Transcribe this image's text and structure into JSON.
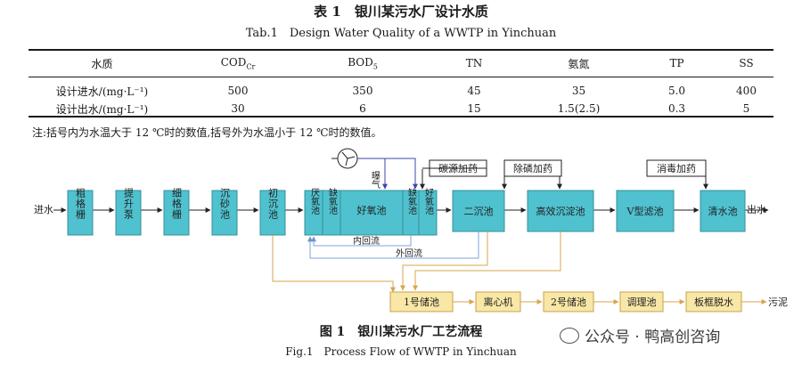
{
  "table": {
    "title": "表 1　银川某污水厂设计水质",
    "subtitle": "Tab.1　Design Water Quality of a WWTP in Yinchuan",
    "columns": [
      "水质",
      "COD",
      "BOD",
      "TN",
      "氨氮",
      "TP",
      "SS"
    ],
    "subscripts": [
      "",
      "Cr",
      "5",
      "",
      "",
      "",
      ""
    ],
    "rows": [
      {
        "label": "设计进水/(mg·L⁻¹)",
        "values": [
          "500",
          "350",
          "45",
          "35",
          "5.0",
          "400"
        ]
      },
      {
        "label": "设计出水/(mg·L⁻¹)",
        "values": [
          "30",
          "6",
          "15",
          "1.5(2.5)",
          "0.3",
          "5"
        ]
      }
    ],
    "note": "注:括号内为水温大于 12 ℃时的数值,括号外为水温小于 12 ℃时的数值。"
  },
  "flow": {
    "inlet": "进水",
    "outlet": "出水",
    "sludge_out": "污泥",
    "blower_label": "曝气",
    "units": {
      "coarse_screen": "粗格栅",
      "lift_pump": "提升泵",
      "fine_screen": "细格栅",
      "grit_chamber": "沉砂池",
      "primary_clarifier": "初沉池",
      "anaerobic": "厌氧池",
      "anoxic1": "缺氧池",
      "aerobic1": "好氧池",
      "anoxic2": "缺氧池",
      "aerobic2": "好氧池",
      "secondary_clarifier": "二沉池",
      "high_eff_clarifier": "高效沉淀池",
      "v_filter": "V型滤池",
      "clear_well": "清水池",
      "tank1": "1号储池",
      "centrifuge": "离心机",
      "tank2": "2号储池",
      "conditioning": "调理池",
      "filter_press": "板框脱水"
    },
    "chemicals": {
      "carbon": "碳源加药",
      "phosphorus": "除磷加药",
      "disinfection": "消毒加药"
    },
    "internal_recycle": "内回流",
    "external_recycle": "外回流"
  },
  "figure": {
    "caption": "图 1　银川某污水厂工艺流程",
    "caption_en": "Fig.1　Process Flow of WWTP in Yinchuan"
  },
  "watermark": "公众号 · 鸭高创咨询",
  "colors": {
    "unit_fill": "#4fc1cf",
    "unit_stroke": "#3a8f9a",
    "sludge_fill": "#f8e7a6",
    "sludge_stroke": "#c8a24a",
    "sludge_line": "#d7a54e",
    "recycle_line": "#7fa6d8",
    "blower_line": "#3b47a8"
  }
}
